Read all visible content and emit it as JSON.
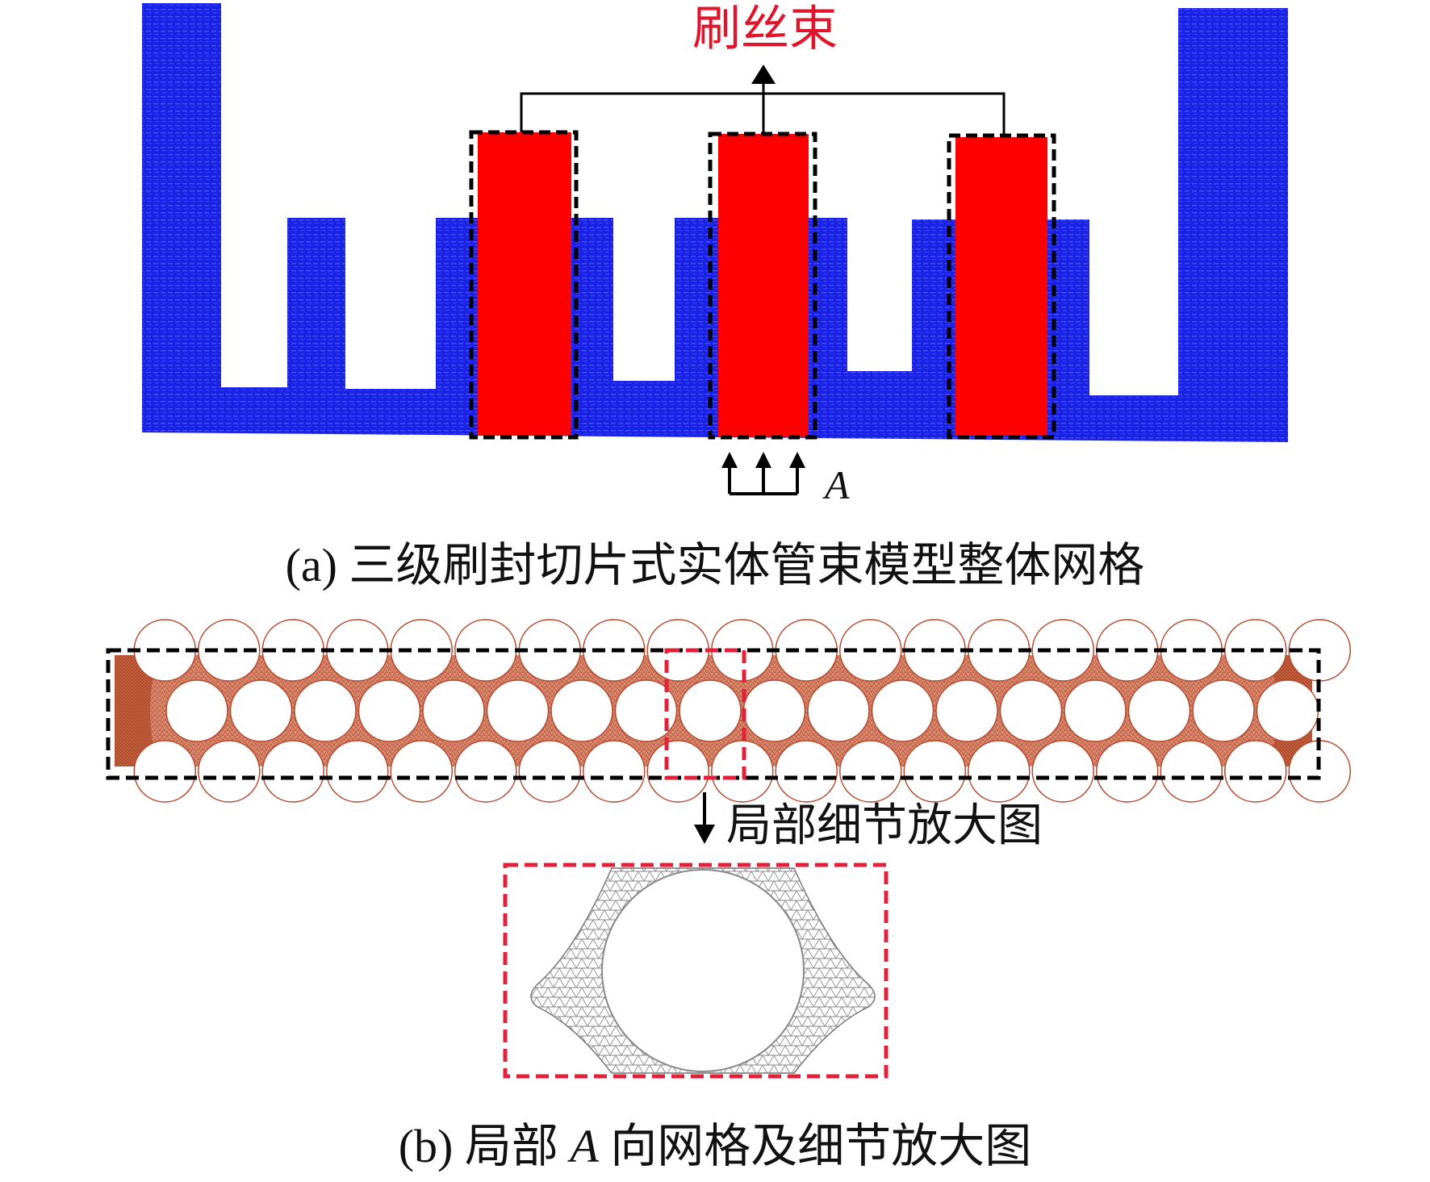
{
  "colors": {
    "stator_blue": "#1a22e6",
    "stator_grid": "#6f78ff",
    "bristle_red": "#ff0000",
    "label_red": "#e0142a",
    "mesh_fill": "#d97a5c",
    "mesh_dark": "#b5482c",
    "zoom_border": "#e3203a",
    "detail_mesh": "#8a8a8a",
    "black": "#000000"
  },
  "panel_a": {
    "bristle_label": "刷丝束",
    "direction_label": "A",
    "caption": "(a) 三级刷封切片式实体管束模型整体网格"
  },
  "panel_b": {
    "zoom_label": "局部细节放大图",
    "caption_prefix": "(b) 局部 ",
    "caption_italic": "A",
    "caption_suffix": " 向网格及细节放大图"
  }
}
